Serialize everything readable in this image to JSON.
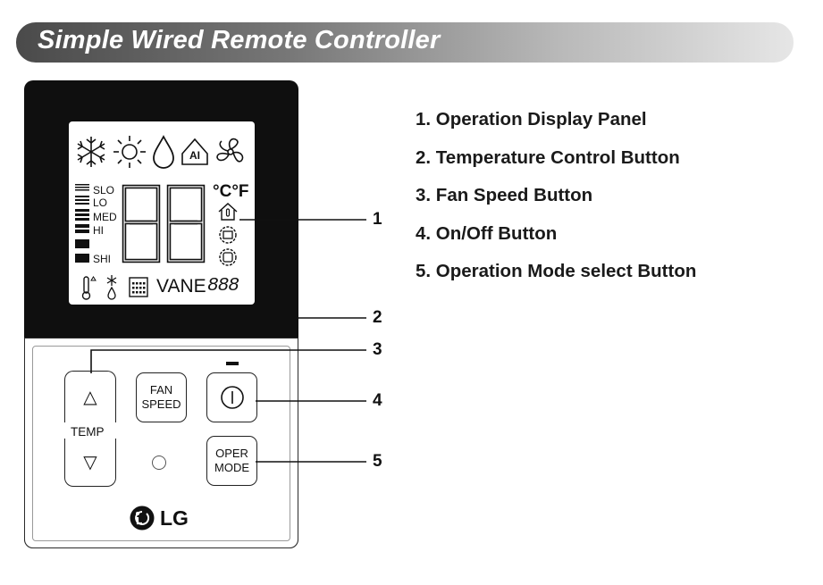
{
  "header": {
    "title": "Simple Wired Remote Controller"
  },
  "lcd": {
    "fan_levels": [
      "SLO",
      "LO",
      "MED",
      "HI",
      "SHI"
    ],
    "temp_units": "°C°F",
    "vane_label": "VANE",
    "vane_digits": "888",
    "digits": "88",
    "mode_icons": [
      "snowflake-icon",
      "sun-icon",
      "droplet-icon",
      "ai-icon",
      "fan-icon"
    ]
  },
  "buttons": {
    "temp_label": "TEMP",
    "temp_up_glyph": "△",
    "temp_down_glyph": "▽",
    "fan_speed_line1": "FAN",
    "fan_speed_line2": "SPEED",
    "oper_mode_line1": "OPER",
    "oper_mode_line2": "MODE"
  },
  "brand": {
    "logo_text": "LG"
  },
  "callouts": [
    "1",
    "2",
    "3",
    "4",
    "5"
  ],
  "legend": [
    "1. Operation Display Panel",
    "2. Temperature Control Button",
    "3. Fan Speed Button",
    "4. On/Off Button",
    "5. Operation Mode select Button"
  ],
  "colors": {
    "banner_dark": "#4a4a4a",
    "banner_light": "#e6e6e6",
    "device_body": "#0f0f0f"
  }
}
